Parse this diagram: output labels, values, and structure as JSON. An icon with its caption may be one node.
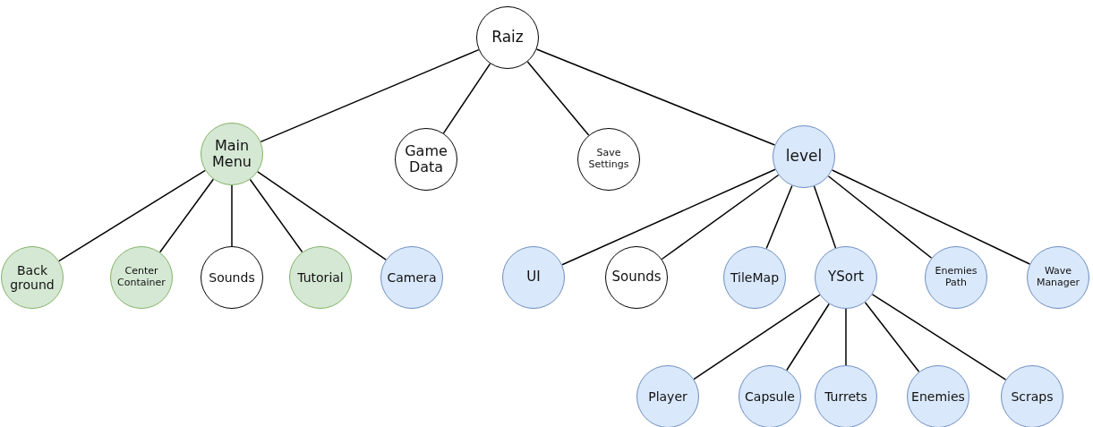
{
  "diagram": {
    "nodes": [
      {
        "text": [
          "Raiz"
        ]
      },
      {
        "text": [
          "Main Menu"
        ]
      },
      {
        "text": [
          "Game Data"
        ]
      },
      {
        "text": [
          "Save Settings"
        ]
      },
      {
        "text": [
          "level"
        ]
      },
      {
        "text": [
          "Back ground"
        ]
      },
      {
        "text": [
          "Center Container"
        ]
      },
      {
        "text": [
          "Sounds"
        ]
      },
      {
        "text": [
          "Tutorial"
        ]
      },
      {
        "text": [
          "Camera"
        ]
      },
      {
        "text": [
          "UI"
        ]
      },
      {
        "text": [
          "Sounds"
        ]
      },
      {
        "text": [
          "TileMap"
        ]
      },
      {
        "text": [
          "YSort"
        ]
      },
      {
        "text": [
          "Enemies Path"
        ]
      },
      {
        "text": [
          "Wave Manager"
        ]
      },
      {
        "text": [
          "Player"
        ]
      },
      {
        "text": [
          "Capsule"
        ]
      },
      {
        "text": [
          "Turrets"
        ]
      },
      {
        "text": [
          "Enemies"
        ]
      },
      {
        "text": [
          "Scraps"
        ]
      }
    ],
    "edges": [
      {
        "from": 0,
        "to": 1,
        "arrow": "none"
      },
      {
        "from": 0,
        "to": 2,
        "arrow": "none"
      },
      {
        "from": 0,
        "to": 3,
        "arrow": "none"
      },
      {
        "from": 0,
        "to": 4,
        "arrow": "none"
      },
      {
        "from": 1,
        "to": 5,
        "arrow": "none"
      },
      {
        "from": 1,
        "to": 6,
        "arrow": "none"
      },
      {
        "from": 1,
        "to": 7,
        "arrow": "none"
      },
      {
        "from": 1,
        "to": 8,
        "arrow": "none"
      },
      {
        "from": 1,
        "to": 9,
        "arrow": "none"
      },
      {
        "from": 4,
        "to": 10,
        "arrow": "none"
      },
      {
        "from": 4,
        "to": 11,
        "arrow": "none"
      },
      {
        "from": 4,
        "to": 12,
        "arrow": "none"
      },
      {
        "from": 4,
        "to": 13,
        "arrow": "none"
      },
      {
        "from": 4,
        "to": 14,
        "arrow": "none"
      },
      {
        "from": 4,
        "to": 15,
        "arrow": "none"
      },
      {
        "from": 13,
        "to": 16,
        "arrow": "none"
      },
      {
        "from": 13,
        "to": 17,
        "arrow": "none"
      },
      {
        "from": 13,
        "to": 18,
        "arrow": "none"
      },
      {
        "from": 13,
        "to": 19,
        "arrow": "none"
      },
      {
        "from": 13,
        "to": 20,
        "arrow": "none"
      }
    ]
  }
}
